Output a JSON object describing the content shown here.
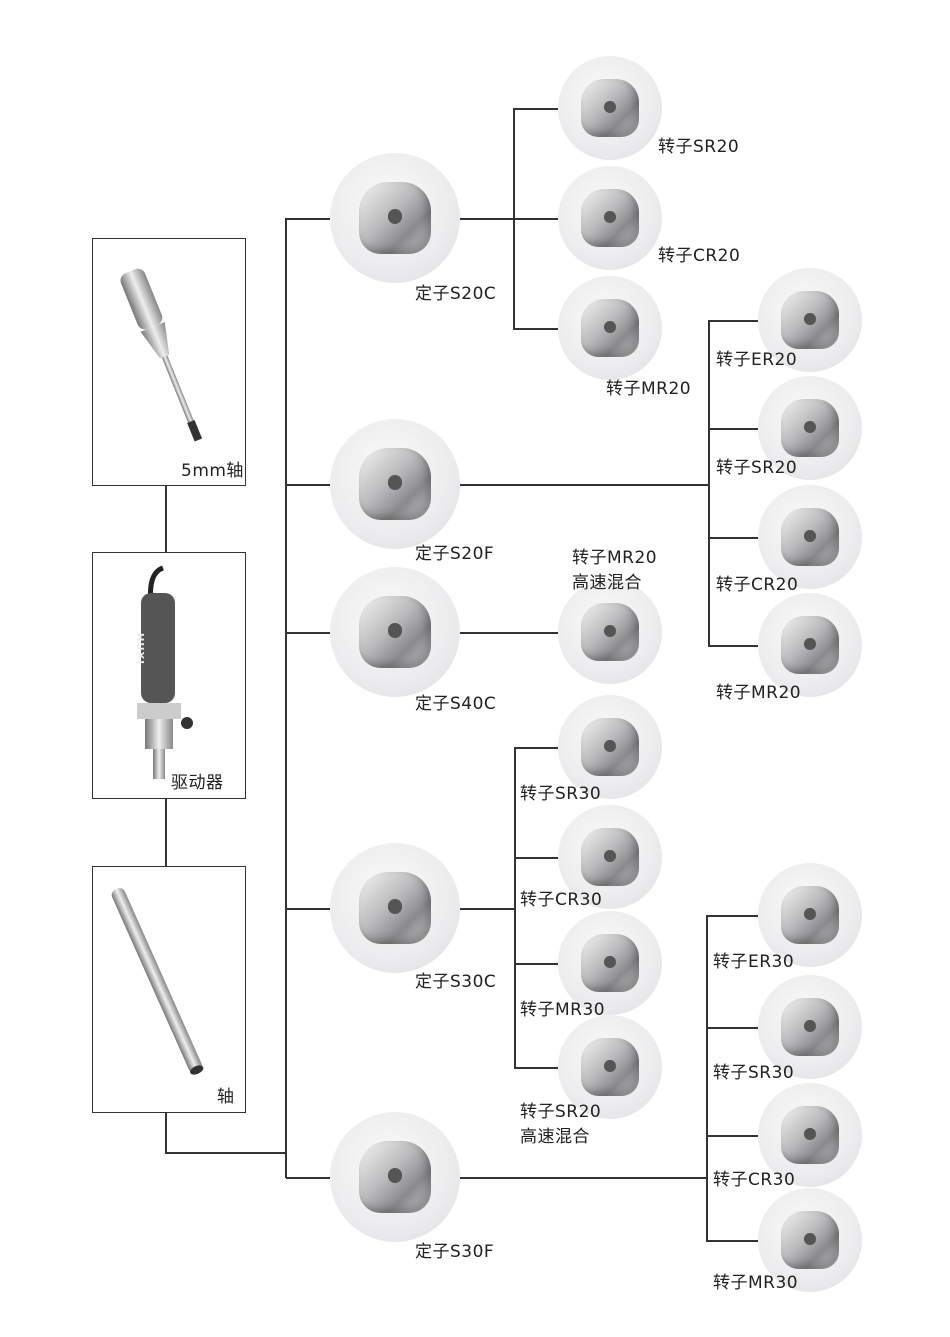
{
  "components": {
    "shaft_5mm": "5mm轴",
    "driver": "驱动器",
    "shaft": "轴"
  },
  "stators": [
    {
      "label": "定子S20C",
      "rotors": [
        "转子SR20",
        "转子CR20",
        "转子MR20"
      ]
    },
    {
      "label": "定子S20F",
      "rotors": [
        "转子ER20",
        "转子SR20",
        "转子CR20",
        "转子MR20"
      ]
    },
    {
      "label": "定子S40C",
      "rotors": [
        [
          "转子MR20",
          "高速混合"
        ]
      ]
    },
    {
      "label": "定子S30C",
      "rotors": [
        "转子SR30",
        "转子CR30",
        "转子MR30",
        [
          "转子SR20",
          "高速混合"
        ]
      ]
    },
    {
      "label": "定子S30F",
      "rotors": [
        "转子ER30",
        "转子SR30",
        "转子CR30",
        "转子MR30"
      ]
    }
  ],
  "driver_brand": "HUXI"
}
